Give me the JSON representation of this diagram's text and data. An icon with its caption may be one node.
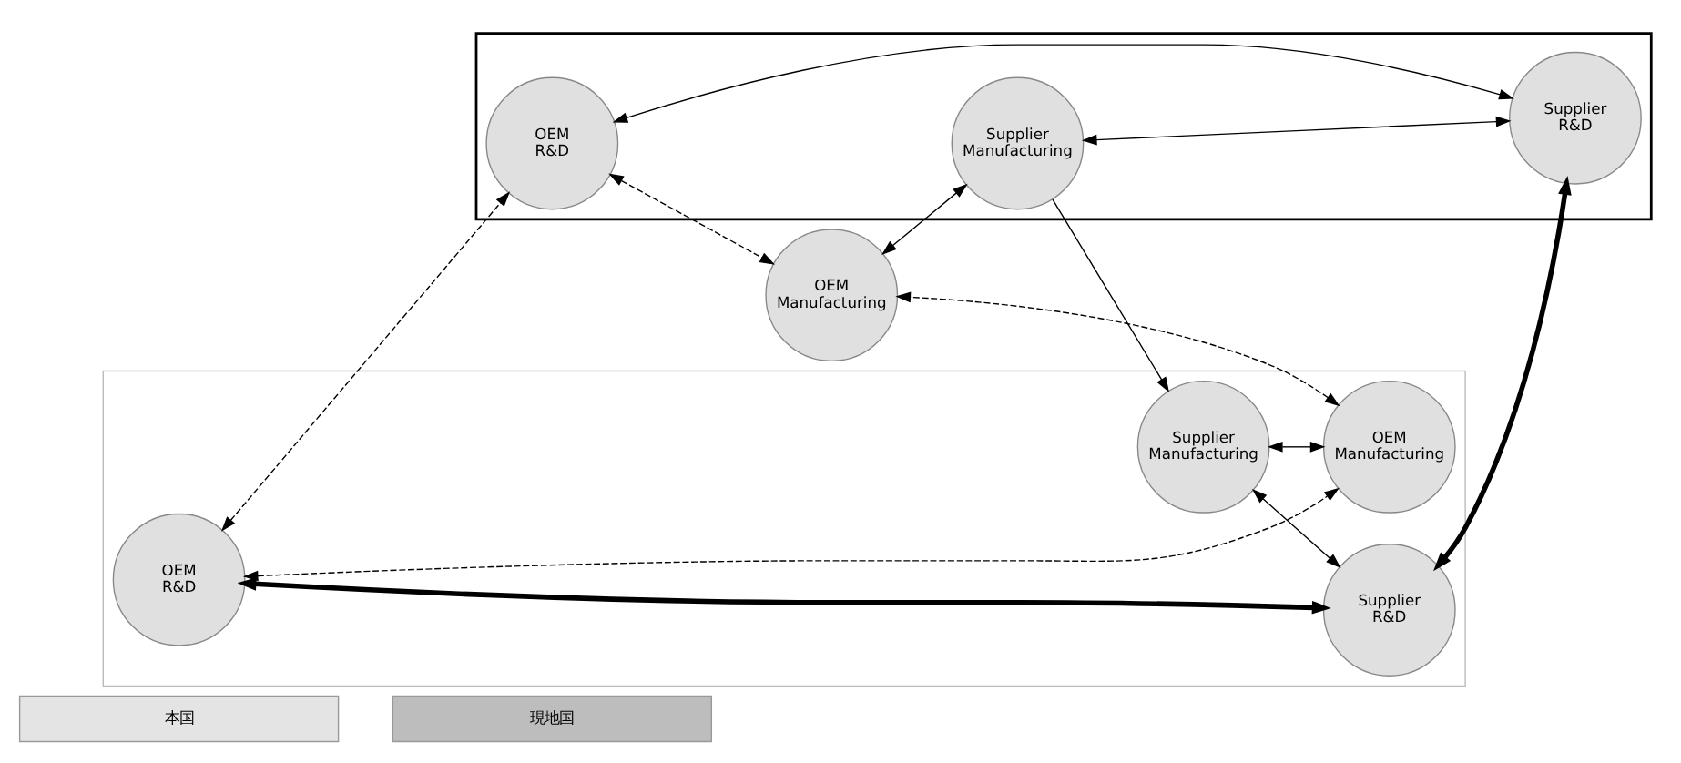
{
  "diagram": {
    "nodes": [
      {
        "text": [
          "本国"
        ]
      },
      {
        "text": [
          "現地国"
        ]
      },
      {
        "text": [],
        "shape": "box"
      },
      {
        "text": [],
        "shape": "box"
      },
      {
        "text": [
          "OEM R&D"
        ],
        "in": 2
      },
      {
        "text": [
          "OEM R&D"
        ],
        "in": 3
      },
      {
        "text": [
          "Supplier Manufacturing"
        ],
        "in": 2
      },
      {
        "text": [
          "OEM Manufacturing"
        ],
        "in": 2
      },
      {
        "text": [
          "OEM Manufacturing"
        ]
      },
      {
        "text": [
          "Supplier Manufacturing"
        ],
        "in": 3
      },
      {
        "text": [
          "Supplier R&D"
        ],
        "in": 2
      },
      {
        "text": [
          "Supplier R&D"
        ],
        "in": 3
      }
    ],
    "edges": [
      {
        "from": 4,
        "to": 10,
        "arrow": "both",
        "style": "thick"
      },
      {
        "from": 6,
        "to": 7,
        "arrow": "both"
      },
      {
        "from": 4,
        "to": 7,
        "arrow": "both",
        "style": "dashed"
      },
      {
        "from": 6,
        "to": 10,
        "arrow": "both"
      },
      {
        "from": 4,
        "to": 5,
        "arrow": "both",
        "style": "dashed"
      },
      {
        "from": 7,
        "to": 8,
        "arrow": "both",
        "style": "dashed"
      },
      {
        "from": 10,
        "to": 11,
        "arrow": "both",
        "style": "thick"
      },
      {
        "from": 5,
        "to": 8,
        "arrow": "both",
        "style": "dashed"
      },
      {
        "from": 8,
        "to": 9,
        "arrow": "both"
      },
      {
        "from": 5,
        "to": 11,
        "arrow": "both"
      },
      {
        "from": 11,
        "to": 9,
        "arrow": "both"
      },
      {
        "from": 9,
        "to": 6,
        "arrow": "to"
      }
    ]
  }
}
